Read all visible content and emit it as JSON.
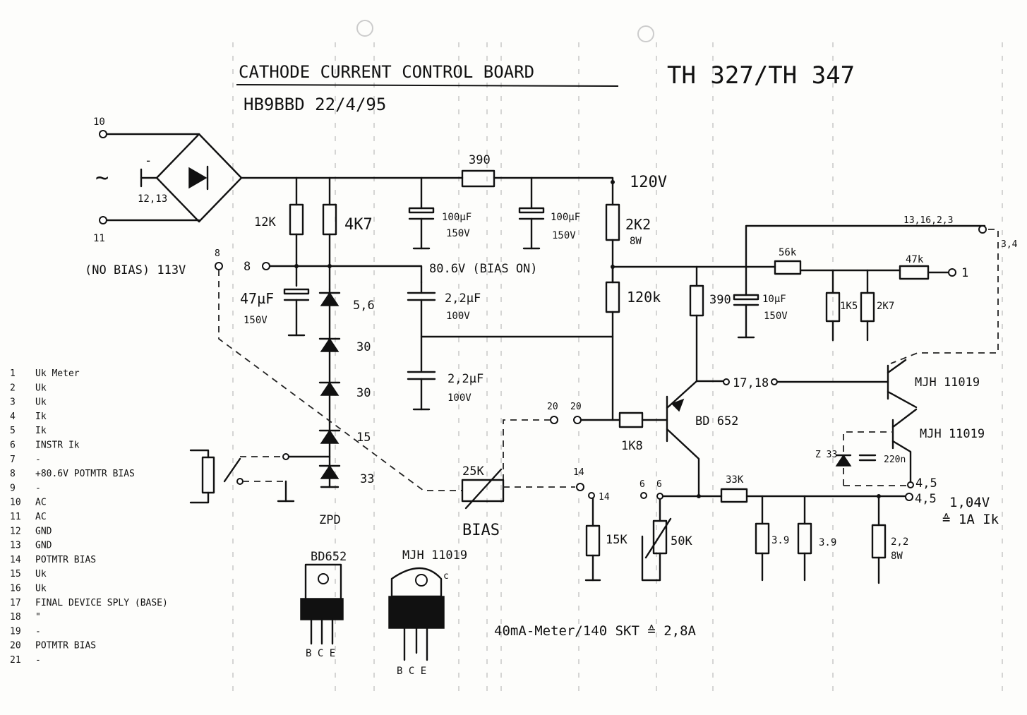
{
  "title": "CATHODE CURRENT CONTROL BOARD",
  "model": "TH 327/TH 347",
  "author_date": "HB9BBD 22/4/95",
  "ac_input": {
    "pin_a": "10",
    "pin_b": "11",
    "symbol": "~",
    "minus": "-",
    "pins_12_13": "12,13"
  },
  "voltages": {
    "no_bias": "(NO BIAS) 113V",
    "rail": "120V",
    "bias_on": "80.6V (BIAS ON)",
    "output": "1,04V",
    "output_eq": "≙ 1A Ik"
  },
  "components": {
    "r_12k": "12K",
    "r_4k7": "4K7",
    "r_390_top": "390",
    "c1": "100µF",
    "c1_v": "150V",
    "c2": "100µF",
    "c2_v": "150V",
    "r_2k2": "2K2",
    "r_2k2_w": "8W",
    "c_47u": "47µF",
    "c_47u_v": "150V",
    "z1": "5,6",
    "z2": "30",
    "z3": "30",
    "z4": "15",
    "z5": "33",
    "zpd": "ZPD",
    "c3": "2,2µF",
    "c3_v": "100V",
    "c4": "2,2µF",
    "c4_v": "100V",
    "r_120k": "120k",
    "r_390_mid": "390",
    "c5": "10µF",
    "c5_v": "150V",
    "r_56k": "56k",
    "r_47k": "47k",
    "r_1k5": "1K5",
    "r_2k7": "2K7",
    "pot_25k": "25K",
    "bias": "BIAS",
    "r_1k8": "1K8",
    "q_bd": "BD 652",
    "q_mjh1": "MJH 11019",
    "q_mjh2": "MJH 11019",
    "z_33": "Z 33",
    "c_220n": "220n",
    "r_15k": "15K",
    "pot_50k": "50K",
    "r_33k": "33K",
    "r_3_9a": "3.9",
    "r_3_9b": "3.9",
    "r_2_2": "2,2",
    "r_2_2_w": "8W"
  },
  "pins": {
    "p8a": "8",
    "p8b": "8",
    "p13_16": "13,16,2,3",
    "p3_4": "3,4",
    "p1": "1",
    "p17_18": "17,18",
    "p20a": "20",
    "p20b": "20",
    "p14a": "14",
    "p14b": "14",
    "p6a": "6",
    "p6b": "6",
    "p4_5a": "4,5",
    "p4_5b": "4,5"
  },
  "pin_list": [
    {
      "n": "1",
      "desc": "Uk Meter"
    },
    {
      "n": "2",
      "desc": "Uk"
    },
    {
      "n": "3",
      "desc": "Uk"
    },
    {
      "n": "4",
      "desc": "Ik"
    },
    {
      "n": "5",
      "desc": "Ik"
    },
    {
      "n": "6",
      "desc": "INSTR Ik"
    },
    {
      "n": "7",
      "desc": "-"
    },
    {
      "n": "8",
      "desc": "+80.6V POTMTR BIAS"
    },
    {
      "n": "9",
      "desc": "-"
    },
    {
      "n": "10",
      "desc": "AC"
    },
    {
      "n": "11",
      "desc": "AC"
    },
    {
      "n": "12",
      "desc": "GND"
    },
    {
      "n": "13",
      "desc": "GND"
    },
    {
      "n": "14",
      "desc": "POTMTR BIAS"
    },
    {
      "n": "15",
      "desc": "Uk"
    },
    {
      "n": "16",
      "desc": "Uk"
    },
    {
      "n": "17",
      "desc": "FINAL DEVICE SPLY (BASE)"
    },
    {
      "n": "18",
      "desc": "\""
    },
    {
      "n": "19",
      "desc": "-"
    },
    {
      "n": "20",
      "desc": "POTMTR BIAS"
    },
    {
      "n": "21",
      "desc": "-"
    }
  ],
  "packages": {
    "bd652": {
      "name": "BD652",
      "pins": "B C E"
    },
    "mjh": {
      "name": "MJH 11019",
      "pins": "B C E",
      "case": "c"
    }
  },
  "meter_note": "40mA-Meter/140 SKT ≙ 2,8A"
}
